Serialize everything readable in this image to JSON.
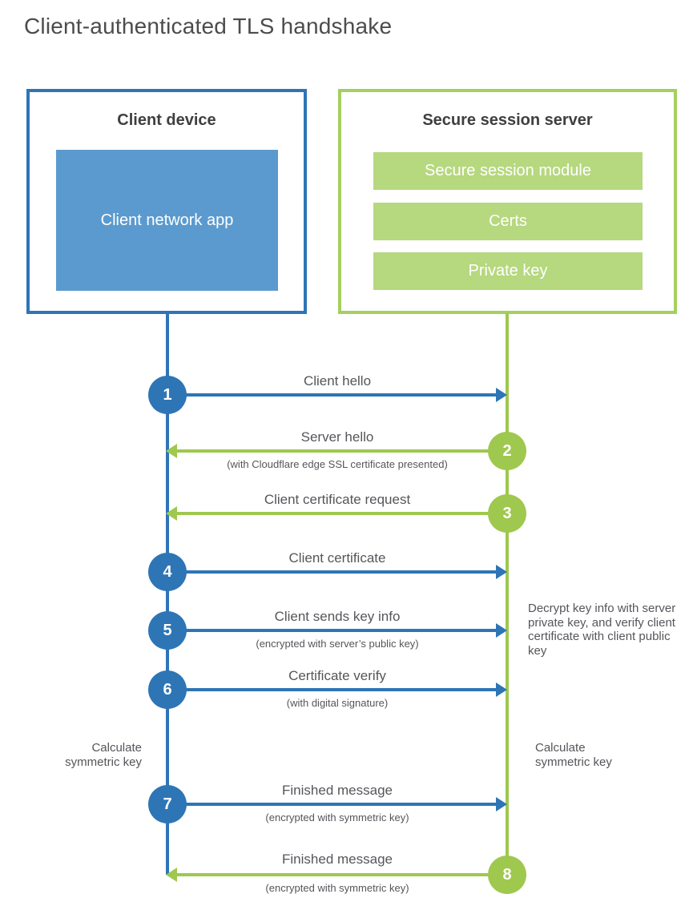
{
  "title": "Client-authenticated TLS handshake",
  "colors": {
    "blue": "#2e75b6",
    "blue_fill": "#5b9ace",
    "green": "#9fc84f",
    "green_fill": "#b6d87e"
  },
  "client_box": {
    "title": "Client device",
    "app_label": "Client network app"
  },
  "server_box": {
    "title": "Secure session server",
    "modules": [
      "Secure session module",
      "Certs",
      "Private key"
    ]
  },
  "flow": {
    "steps": [
      {
        "number": "1",
        "actor": "client",
        "direction": "right",
        "label": "Client hello",
        "note": ""
      },
      {
        "number": "2",
        "actor": "server",
        "direction": "left",
        "label": "Server hello",
        "note": "(with Cloudflare edge SSL certificate presented)"
      },
      {
        "number": "3",
        "actor": "server",
        "direction": "left",
        "label": "Client certificate request",
        "note": ""
      },
      {
        "number": "4",
        "actor": "client",
        "direction": "right",
        "label": "Client certificate",
        "note": ""
      },
      {
        "number": "5",
        "actor": "client",
        "direction": "right",
        "label": "Client sends key info",
        "note": "(encrypted with server’s public key)"
      },
      {
        "number": "6",
        "actor": "client",
        "direction": "right",
        "label": "Certificate verify",
        "note": "(with digital signature)"
      },
      {
        "number": "7",
        "actor": "client",
        "direction": "right",
        "label": "Finished message",
        "note": "(encrypted with symmetric key)"
      },
      {
        "number": "8",
        "actor": "server",
        "direction": "left",
        "label": "Finished message",
        "note": "(encrypted with symmetric key)"
      }
    ],
    "annotations": {
      "decrypt_note": "Decrypt key info with server private key, and verify client certificate with client public key",
      "calculate_left": "Calculate symmetric key",
      "calculate_right": "Calculate symmetric key"
    }
  }
}
